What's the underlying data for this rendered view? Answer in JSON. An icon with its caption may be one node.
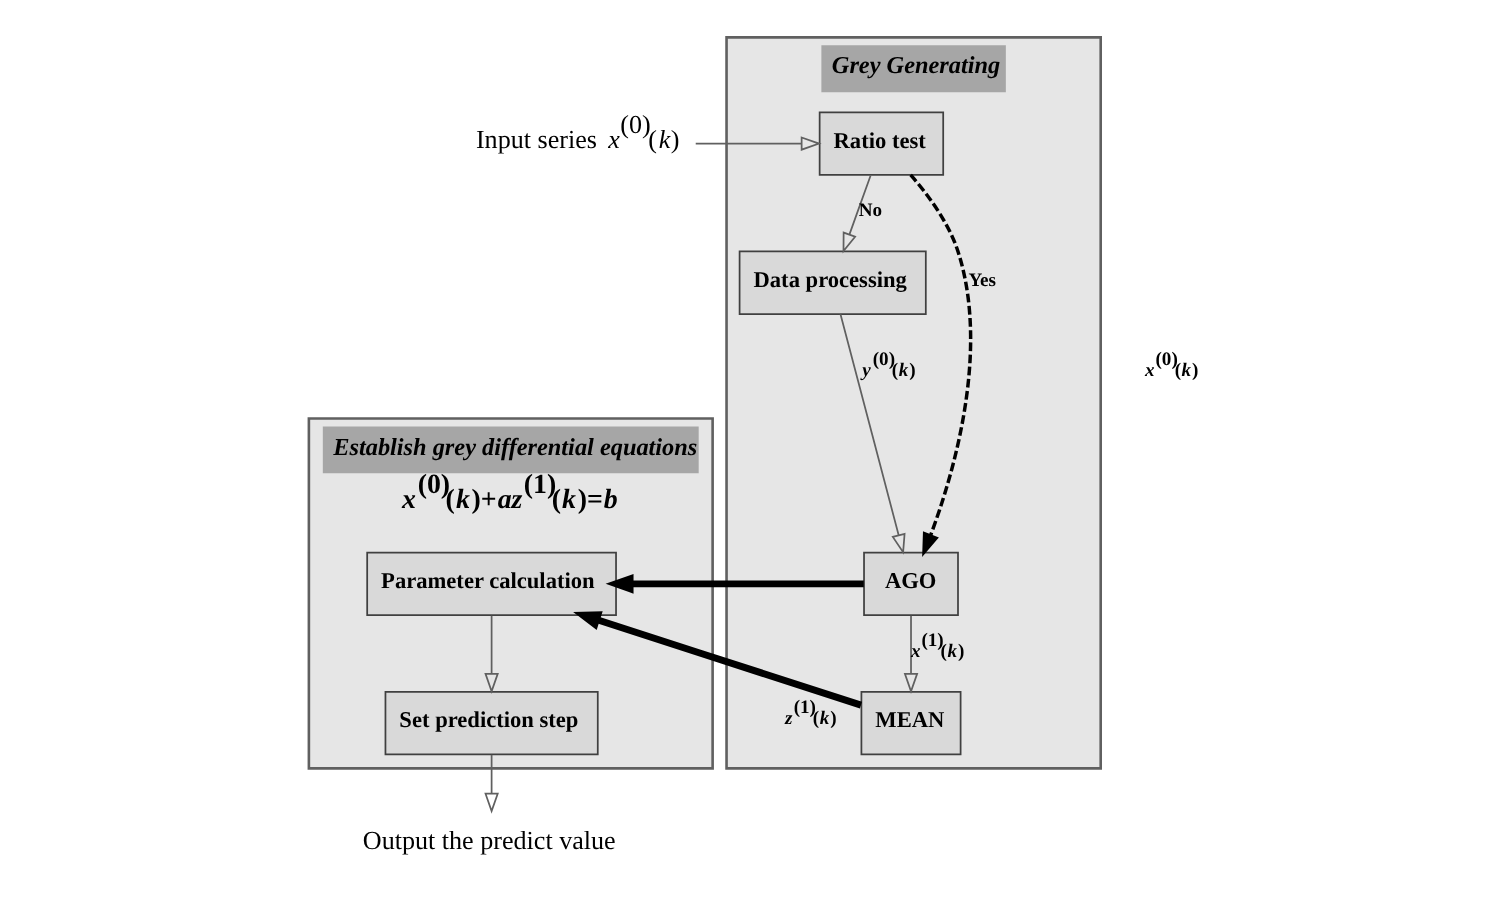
{
  "diagram": {
    "nodes": [
      {
        "text": [
          "Grey Generating"
        ]
      },
      {
        "text": [
          "Ratio test"
        ],
        "in": 0
      },
      {
        "text": [
          "Data processing"
        ],
        "in": 0
      },
      {
        "text": [
          "AGO"
        ],
        "in": 0
      },
      {
        "text": [
          "MEAN"
        ],
        "in": 0
      },
      {
        "text": [
          "Establish grey differential equations",
          "*x*$^{(0)}$(*k*)+*az*$^{(1)}$(*k*)=*b*"
        ]
      },
      {
        "text": [
          "Parameter calculation"
        ],
        "in": 5
      },
      {
        "text": [
          "Set prediction step"
        ],
        "in": 5
      },
      {
        "text": [
          "Input series *x*$^{(0)}$(*k*)"
        ]
      },
      {
        "text": [
          "Output the predict value"
        ]
      }
    ],
    "edges": [
      {
        "from": 8,
        "to": 1,
        "arrow": "to"
      },
      {
        "from": 1,
        "to": 2,
        "arrow": "to",
        "label": "No"
      },
      {
        "from": 2,
        "to": 3,
        "arrow": "to",
        "label": "*y*$^{(0)}$(*k*)"
      },
      {
        "from": 1,
        "to": 3,
        "arrow": "to",
        "label": "Yes",
        "style": "dashed",
        "color": "#000000"
      },
      {
        "from": 3,
        "to": 4,
        "arrow": "to",
        "label": "*x*$^{(1)}$(*k*)"
      },
      {
        "from": 3,
        "to": 6,
        "arrow": "to",
        "style": "thick",
        "color": "#000000"
      },
      {
        "from": 4,
        "to": 6,
        "arrow": "to",
        "label": "*z*$^{(1)}$(*k*)",
        "style": "thick",
        "color": "#000000"
      },
      {
        "from": 6,
        "to": 7,
        "arrow": "to"
      },
      {
        "from": 7,
        "to": 9,
        "arrow": "to"
      }
    ],
    "labels": [
      "*x*$^{(0)}$(*k*)"
    ]
  }
}
